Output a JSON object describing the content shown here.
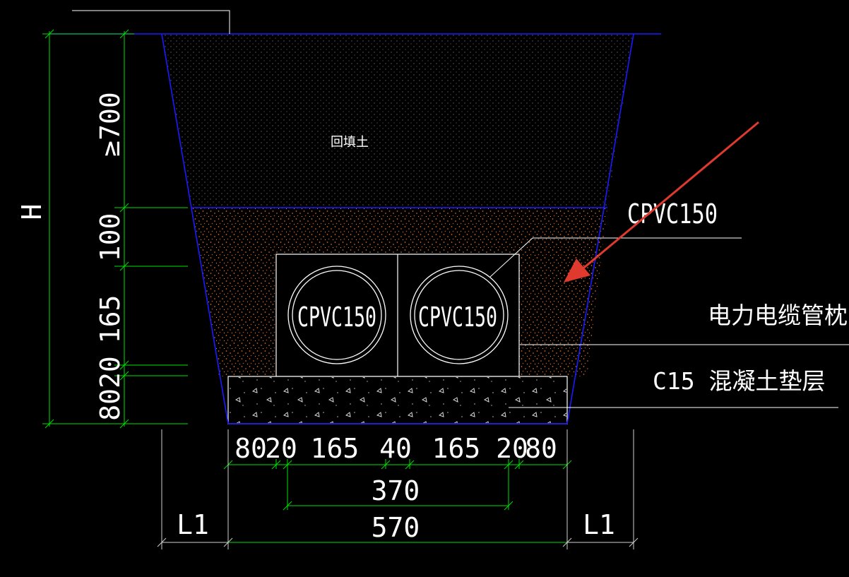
{
  "colors": {
    "background": "#000000",
    "trench": "#1a1aff",
    "dimension": "#00e000",
    "text": "#ffffff",
    "sand": "#e07020",
    "arrow": "#e03a2e"
  },
  "labels": {
    "backfill": "回填土",
    "pipe_callout": "CPVC150",
    "cable_pillow": "电力电缆管枕",
    "concrete_layer": "C15 混凝土垫层",
    "pipe_left": "CPVC150",
    "pipe_right": "CPVC150"
  },
  "vertical_dims": {
    "H": "H",
    "cover": "≥700",
    "d100": "100",
    "d165": "165",
    "d8020": "8020"
  },
  "horizontal_dims": {
    "d80_left": "80",
    "d20_left": "20",
    "d165_left": "165",
    "d40": "40",
    "d165_right": "165",
    "d20_right": "20",
    "d80_right": "80",
    "d370": "370",
    "d570": "570",
    "L1_left": "L1",
    "L1_right": "L1"
  },
  "annotations": {
    "arrow": "red-pointer-arrow"
  }
}
